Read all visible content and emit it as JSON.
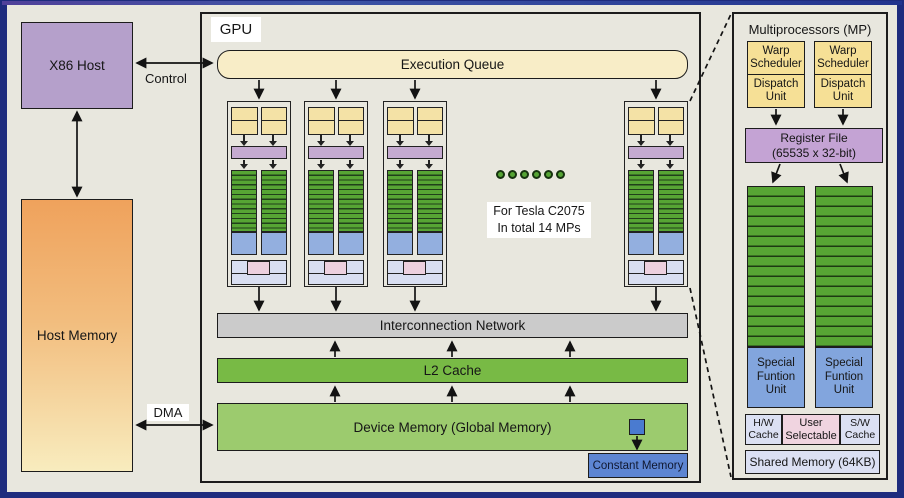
{
  "host": {
    "x86": "X86 Host",
    "memory": "Host Memory",
    "control": "Control",
    "dma": "DMA"
  },
  "gpu": {
    "label": "GPU",
    "queue": "Execution Queue",
    "network": "Interconnection Network",
    "l2": "L2 Cache",
    "device": "Device Memory (Global Memory)",
    "constant": "Constant Memory",
    "note1": "For Tesla C2075",
    "note2": "In total 14 MPs",
    "mp_block_count_shown": 4,
    "ellipsis_dot_count": 6
  },
  "mp": {
    "title": "Multiprocessors (MP)",
    "warp": "Warp Scheduler",
    "dispatch": "Dispatch Unit",
    "reg1": "Register File",
    "reg2": "(65535 x 32-bit)",
    "sfu": "Special Funtion Unit",
    "hw": "H/W Cache",
    "user": "User Selectable",
    "sw": "S/W Cache",
    "shared": "Shared Memory (64KB)"
  },
  "colors": {
    "frame_navy": "#1e2c7e",
    "canvas": "#e8e7de",
    "host_purple": "#b5a0cb",
    "host_memory_orange": "#efa25c",
    "host_memory_yellow": "#f8ecbe",
    "queue_cream": "#f8edc7",
    "network_gray": "#cbcbcb",
    "l2_green": "#78ba45",
    "device_green": "#9ccb6e",
    "constant_blue": "#5d85d2",
    "core_green": "#57a534",
    "sfu_blue": "#82a5dd",
    "register_purple": "#c4a3d4",
    "scheduler_tan": "#f6e096",
    "cache_lavender": "#dbe0f3",
    "selectable_pink": "#f0d4e0"
  }
}
